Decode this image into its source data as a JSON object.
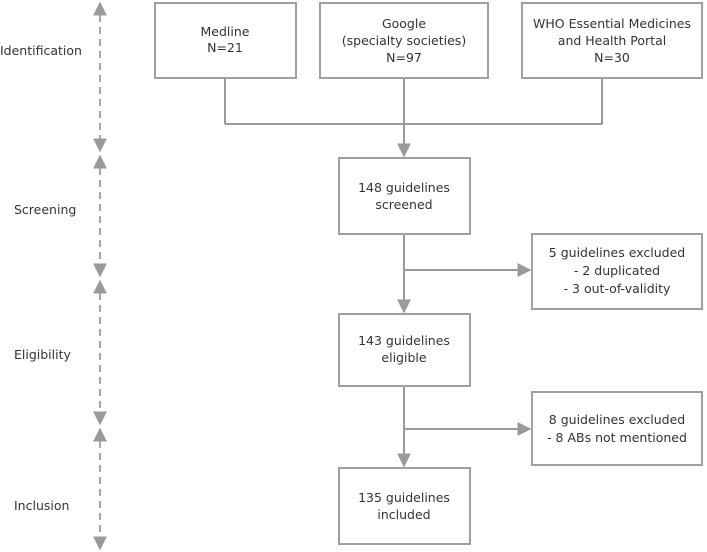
{
  "stages": [
    "Identification",
    "Screening",
    "Eligibility",
    "Inclusion"
  ],
  "sources": [
    {
      "lines": [
        "Medline",
        "N=21"
      ]
    },
    {
      "lines": [
        "Google",
        "(specialty societies)",
        "N=97"
      ]
    },
    {
      "lines": [
        "WHO Essential Medicines",
        "and Health Portal",
        "N=30"
      ]
    }
  ],
  "main_boxes": [
    {
      "lines": [
        "148 guidelines",
        "screened"
      ]
    },
    {
      "lines": [
        "143 guidelines",
        "eligible"
      ]
    },
    {
      "lines": [
        "135 guidelines",
        "included"
      ]
    }
  ],
  "excluded_boxes": [
    {
      "lines": [
        "5 guidelines excluded",
        "- 2 duplicated",
        "- 3 out-of-validity"
      ]
    },
    {
      "lines": [
        "8 guidelines excluded",
        "- 8 ABs not mentioned"
      ]
    }
  ]
}
